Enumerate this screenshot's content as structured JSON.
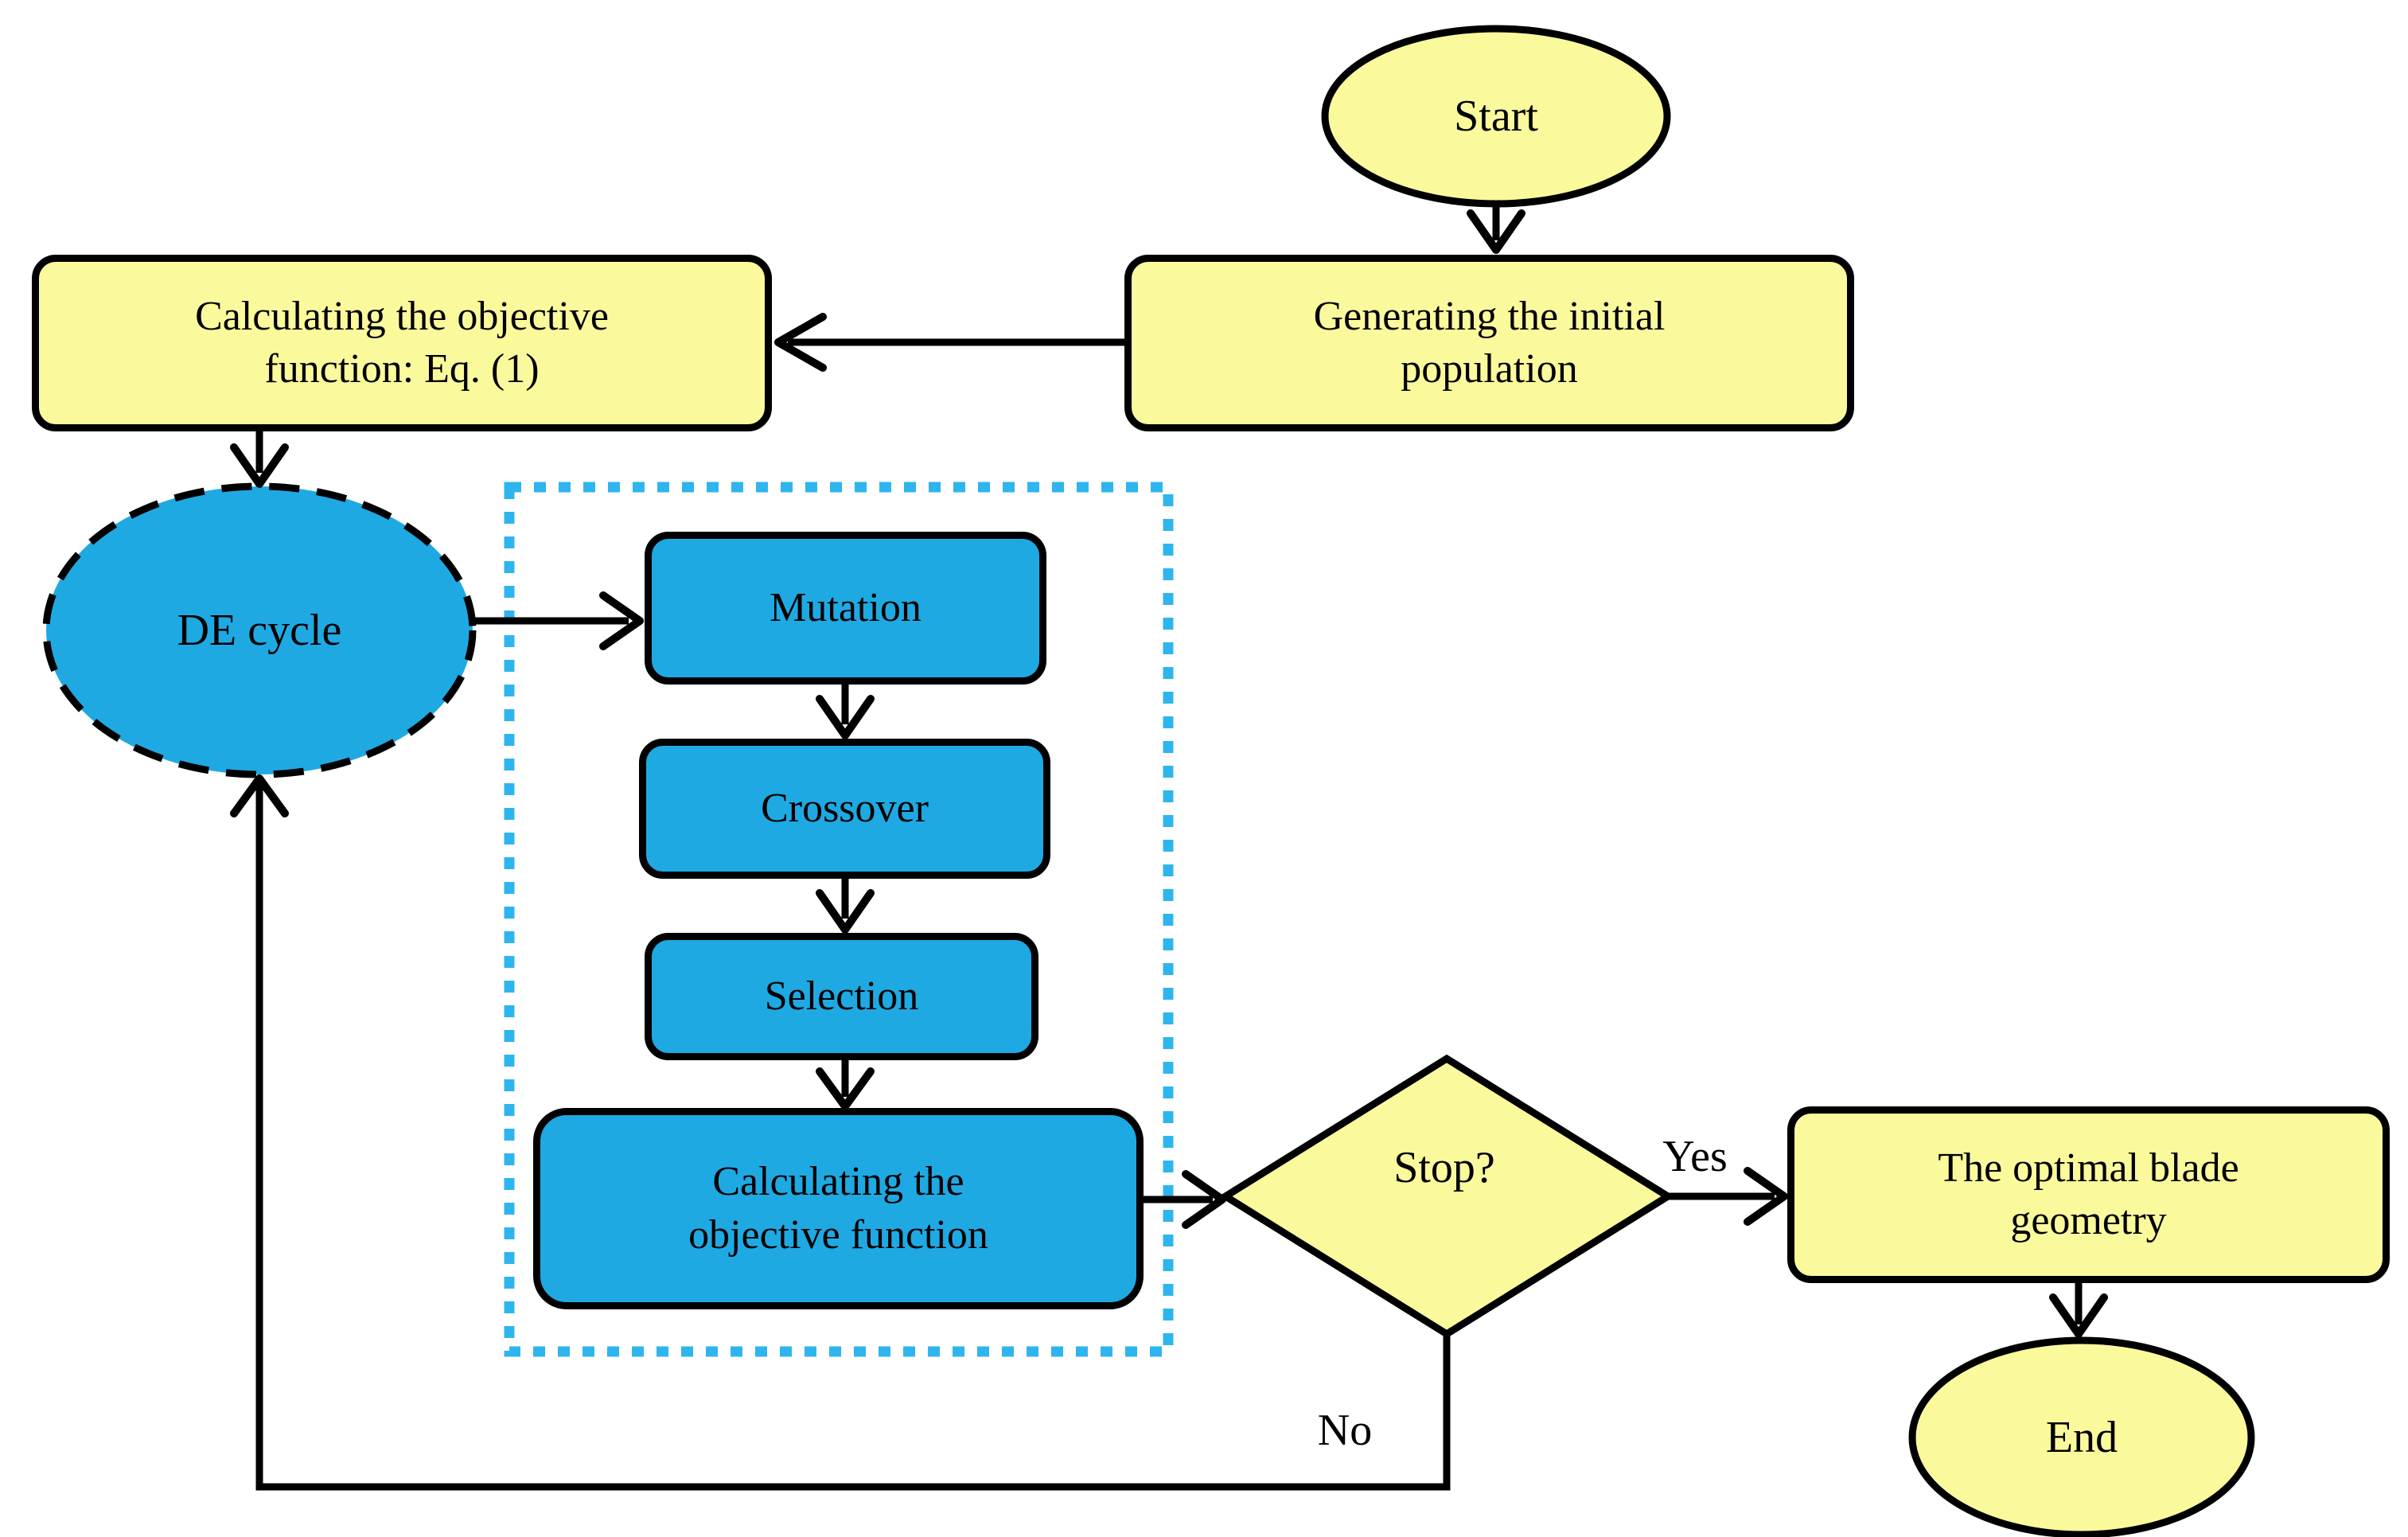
{
  "nodes": {
    "start": {
      "label": "Start"
    },
    "generating": {
      "line1": "Generating the initial",
      "line2": "population"
    },
    "calc_objective_eq1": {
      "line1": "Calculating the objective",
      "line2": "function: Eq. (1)"
    },
    "de_cycle": {
      "label": "DE cycle"
    },
    "mutation": {
      "label": "Mutation"
    },
    "crossover": {
      "label": "Crossover"
    },
    "selection": {
      "label": "Selection"
    },
    "calc_objective": {
      "line1": "Calculating the",
      "line2": "objective function"
    },
    "stop_decision": {
      "label": "Stop?"
    },
    "optimal_geometry": {
      "line1": "The optimal blade",
      "line2": "geometry"
    },
    "end": {
      "label": "End"
    }
  },
  "edges": {
    "yes_label": "Yes",
    "no_label": "No"
  },
  "colors": {
    "node_yellow": "#FAFA9D",
    "node_blue": "#1FA9E3",
    "dotted_border_blue": "#2FB5EE",
    "outline_black": "#000000"
  }
}
